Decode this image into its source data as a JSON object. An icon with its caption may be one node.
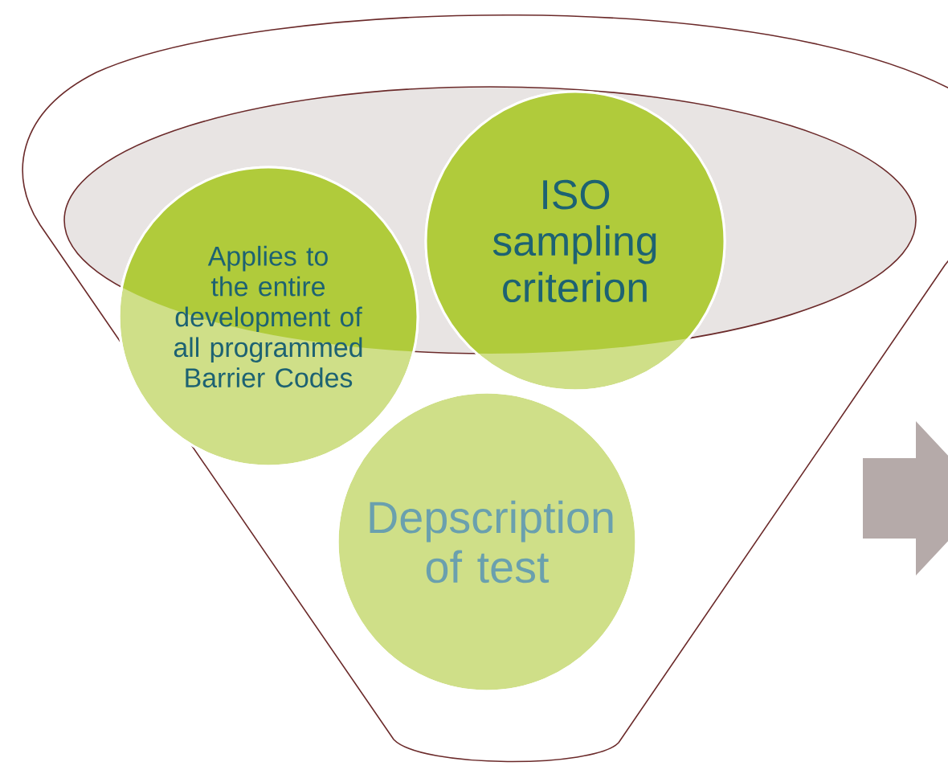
{
  "diagram": {
    "nodes": [
      {
        "text": [],
        "shape": "funnel"
      },
      {
        "text": [
          "Applies to the entire development of all programmed Barrier Codes"
        ],
        "in": 0
      },
      {
        "text": [
          "ISO sampling criterion"
        ],
        "in": 0
      },
      {
        "text": [
          "Depscription of test"
        ],
        "in": 0
      }
    ]
  }
}
